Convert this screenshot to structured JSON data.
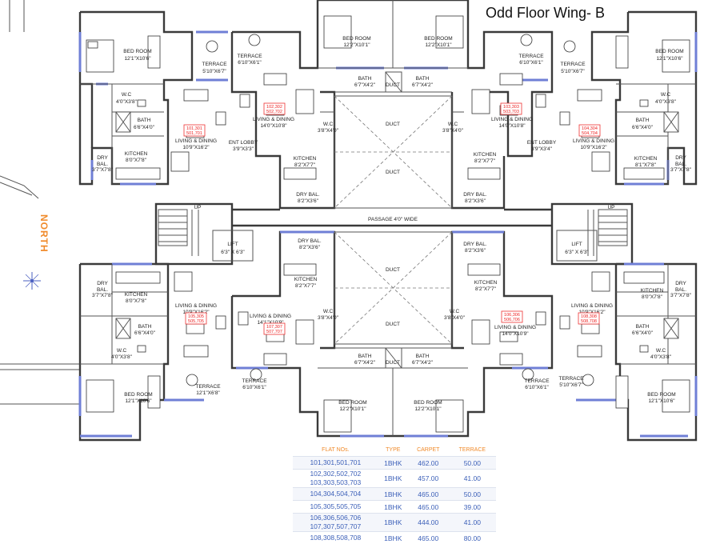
{
  "title": "Odd Floor Wing- B",
  "north_label": "NORTH",
  "passage_label": "PASSAGE 4'0\" WIDE",
  "labels": {
    "bed_room": "BED ROOM",
    "terrace": "TERRACE",
    "wc": "W.C",
    "bath": "BATH",
    "kitchen": "KITCHEN",
    "living_dining": "LIVING & DINING",
    "dry_bal": "DRY BAL.",
    "dry": "DRY",
    "bal": "BAL.",
    "duct": "DUCT",
    "up": "UP",
    "lift": "LIFT",
    "ent_lobby": "ENT LOBBY"
  },
  "dims": {
    "bed_outer": "12'1\"X10'6\"",
    "bed_inner": "12'2\"X10'1\"",
    "terrace_small": "5'10\"X6'7\"",
    "terrace_mid": "6'10\"X6'1\"",
    "terrace_big": "12'1\"X6'8\"",
    "wc_outer": "4'0\"X3'8\"",
    "wc_inner": "3'8\"X4'0\"",
    "bath_outer": "6'6\"X4'0\"",
    "bath_inner": "6'7\"X4'2\"",
    "kitchen_outer": "8'0\"X7'8\"",
    "kitchen_outer_alt": "8'1\"X7'8\"",
    "kitchen_inner": "8'2\"X7'7\"",
    "living_outer": "10'9\"X16'2\"",
    "living_inner": "14'0\"X10'8\"",
    "living_inner_alt": "14'0\"X10'9\"",
    "living_inner_alt2": "14'1\"X10'9\"",
    "dry_outer": "3'7\"X7'8\"",
    "dry_inner": "8'2\"X3'6\"",
    "lobby": "3'9\"X3'3\"",
    "lobby_alt": "3'9\"X3'4\"",
    "lift": "6'3\" X 6'3\""
  },
  "flat_tags": {
    "f501": [
      "101,301",
      "501,701"
    ],
    "f502": [
      "102,302",
      "502,702"
    ],
    "f503": [
      "103,303",
      "503,703"
    ],
    "f504": [
      "104,304",
      "504,704"
    ],
    "f505": [
      "105,305",
      "505,705"
    ],
    "f506": [
      "106,306",
      "506,706"
    ],
    "f507": [
      "107,307",
      "507,707"
    ],
    "f508": [
      "108,308",
      "508,708"
    ]
  },
  "area_table": {
    "headers": [
      "FLAT NOs.",
      "TYPE",
      "CARPET",
      "TERRACE"
    ],
    "rows": [
      {
        "flats": "101,301,501,701",
        "type": "1BHK",
        "carpet": "462.00",
        "terrace": "50.00"
      },
      {
        "flats": "102,302,502,702\n103,303,503,703",
        "type": "1BHK",
        "carpet": "457.00",
        "terrace": "41.00"
      },
      {
        "flats": "104,304,504,704",
        "type": "1BHK",
        "carpet": "465.00",
        "terrace": "50.00"
      },
      {
        "flats": "105,305,505,705",
        "type": "1BHK",
        "carpet": "465.00",
        "terrace": "39.00"
      },
      {
        "flats": "106,306,506,706\n107,307,507,707",
        "type": "1BHK",
        "carpet": "444.00",
        "terrace": "41.00"
      },
      {
        "flats": "108,308,508,708",
        "type": "1BHK",
        "carpet": "465.00",
        "terrace": "80.00"
      }
    ]
  }
}
